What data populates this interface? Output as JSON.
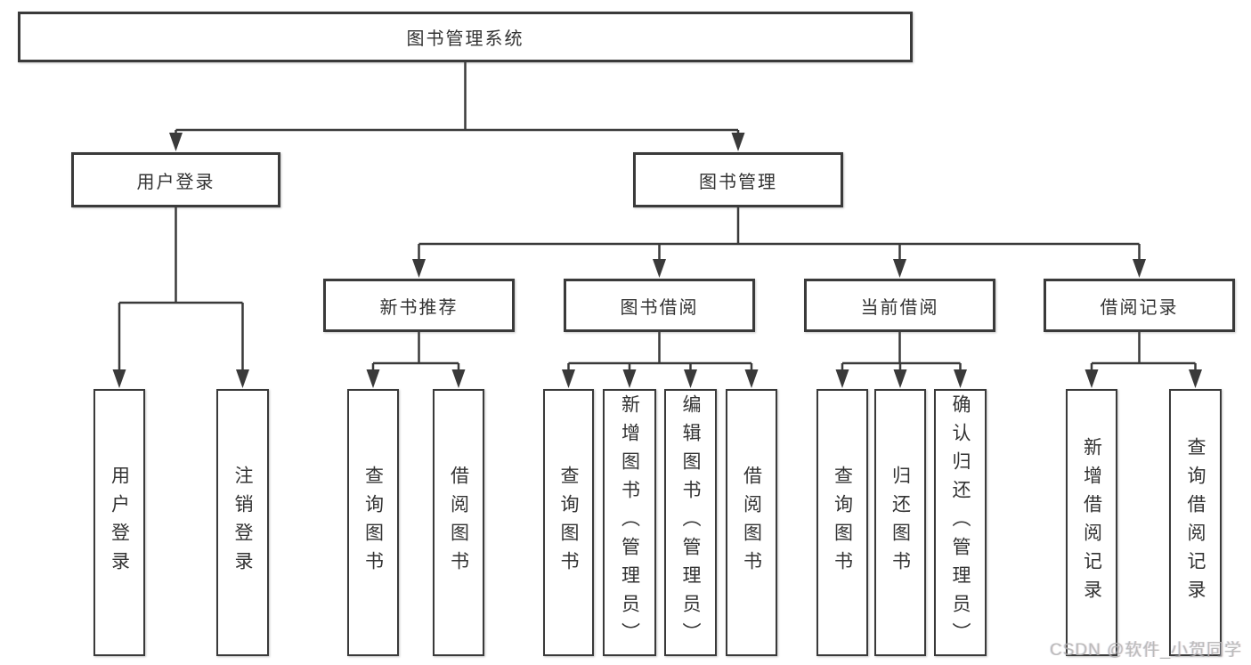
{
  "diagram": {
    "root_label": "图书管理系统",
    "type": "tree"
  },
  "nodes": [
    {
      "id": "root",
      "label": "图书管理系统",
      "parent": null
    },
    {
      "id": "user-login-group",
      "label": "用户登录",
      "parent": "root"
    },
    {
      "id": "book-mgmt",
      "label": "图书管理",
      "parent": "root"
    },
    {
      "id": "user-login",
      "label": "用户登录",
      "parent": "user-login-group"
    },
    {
      "id": "logout",
      "label": "注销登录",
      "parent": "user-login-group"
    },
    {
      "id": "new-book-rec",
      "label": "新书推荐",
      "parent": "book-mgmt"
    },
    {
      "id": "book-borrow",
      "label": "图书借阅",
      "parent": "book-mgmt"
    },
    {
      "id": "current-borrow",
      "label": "当前借阅",
      "parent": "book-mgmt"
    },
    {
      "id": "borrow-records",
      "label": "借阅记录",
      "parent": "book-mgmt"
    },
    {
      "id": "nbr-query-book",
      "label": "查询图书",
      "parent": "new-book-rec"
    },
    {
      "id": "nbr-borrow-book",
      "label": "借阅图书",
      "parent": "new-book-rec"
    },
    {
      "id": "bb-query-book",
      "label": "查询图书",
      "parent": "book-borrow"
    },
    {
      "id": "bb-add-book",
      "label": "新增图书（管理员）",
      "parent": "book-borrow"
    },
    {
      "id": "bb-edit-book",
      "label": "编辑图书（管理员）",
      "parent": "book-borrow"
    },
    {
      "id": "bb-borrow-book",
      "label": "借阅图书",
      "parent": "book-borrow"
    },
    {
      "id": "cb-query-book",
      "label": "查询图书",
      "parent": "current-borrow"
    },
    {
      "id": "cb-return-book",
      "label": "归还图书",
      "parent": "current-borrow"
    },
    {
      "id": "cb-confirm-return",
      "label": "确认归还（管理员）",
      "parent": "current-borrow"
    },
    {
      "id": "br-add-record",
      "label": "新增借阅记录",
      "parent": "borrow-records"
    },
    {
      "id": "br-query-record",
      "label": "查询借阅记录",
      "parent": "borrow-records"
    }
  ],
  "watermark": "CSDN @软件_小贺同学",
  "colors": {
    "line": "#3a3a3a",
    "text": "#333333",
    "background": "#ffffff",
    "watermark": "#b0b0b0"
  }
}
